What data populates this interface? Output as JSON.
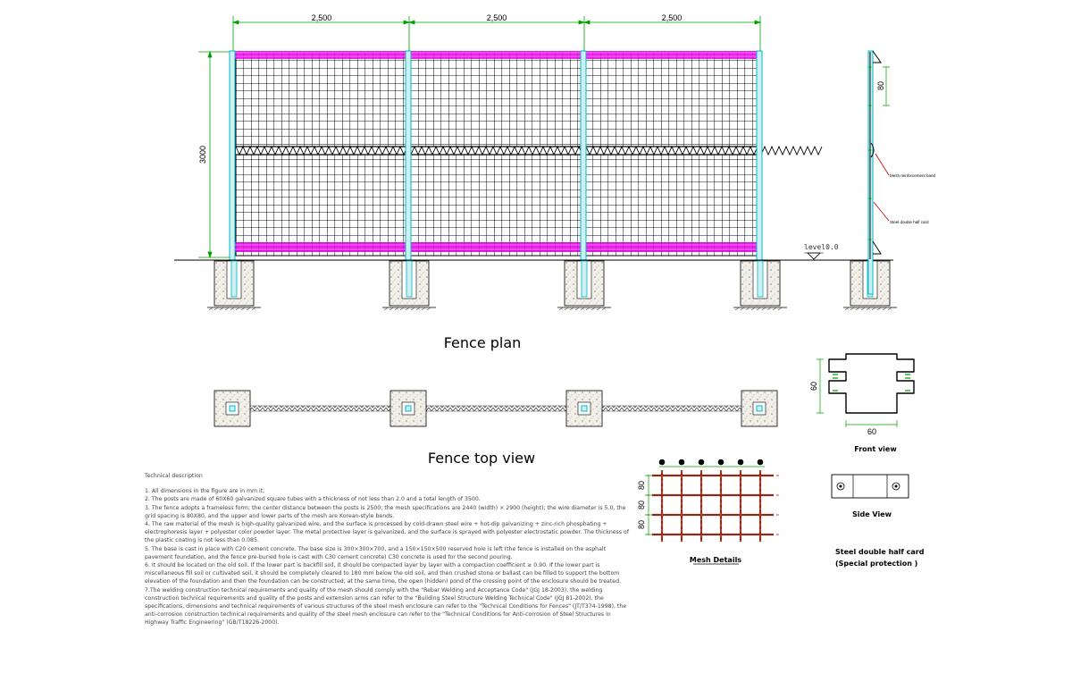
{
  "diagram": {
    "spacing_labels": [
      "2,500",
      "2,500",
      "2,500"
    ],
    "height_label": "3000",
    "side_dim_label": "80",
    "level_label": "level0.0",
    "mesh_band_label": "Mesh reinforcement band",
    "half_card_label": "Steel double half card",
    "fence_plan_caption": "Fence plan",
    "top_view_caption": "Fence top view",
    "front_dim_h": "60",
    "front_dim_w": "60",
    "front_view_caption": "Front view",
    "side_view_caption": "Side View",
    "card_title_1": "Steel double half card",
    "card_title_2": "(Special protection )",
    "mesh_dim_labels": [
      "80",
      "80",
      "80"
    ],
    "mesh_caption": "Mesh Details"
  },
  "technical": {
    "heading": "Technical description",
    "items": [
      "1. All dimensions in the figure are in mm it;",
      "2. The posts are made of 60X60 galvanized square tubes with a thickness of not less than 2.0 and a total length of 3500.",
      "3. The fence adopts a frameless form; the center distance between the posts is 2500; the mesh specifications are 2440 (width) × 2900 (height); the wire diameter is 5.0, the grid spacing is 80X80, and the upper and lower parts of the mesh are Korean-style bends.",
      "4. The raw material of the mesh is high-quality galvanized wire, and the surface is processed by cold-drawn steel wire + hot-dip galvanizing + zinc-rich phosphating + electrophoresis layer + polyester color powder layer. The metal protective layer is galvanized, and the surface is sprayed with polyester electrostatic powder. The thickness of the plastic coating is not less than 0.085.",
      "5. The base is cast in place with C20 cement concrete. The base size is 300×300×700, and a 150×150×500 reserved hole is left (the fence is installed on the asphalt pavement foundation, and the fence pre-buried hole is cast with C30 cement concrete) C30 concrete is used for the second pouring.",
      "6. It should be located on the old soil. If the lower part is backfill soil, it should be compacted layer by layer with a compaction coefficient ≥ 0.90. If the lower part is miscellaneous fill soil or cultivated soil, it should be completely cleared to 180 mm below the old soil, and then crushed stone or ballast can be filled to support the bottom elevation of the foundation and then the foundation can be constructed; at the same time, the open (hidden) pond of the crossing point of the enclosure should be treated.",
      "7.The welding construction technical requirements and quality of the mesh should comply with the \"Rebar Welding and Acceptance Code\" (JGJ 18-2003), the welding construction technical requirements and quality of the posts and extension arms can refer to the \"Building Steel Structure Welding Technical Code\" (JGJ 81-2002), the specifications, dimensions and technical requirements of various structures of the steel mesh enclosure can refer to the \"Technical Conditions for Fences\" (JT/T374-1998), the anti-corrosion construction technical requirements and quality of the steel mesh enclosure can refer to the \"Technical Conditions for Anti-corrosion of Steel Structures in Highway Traffic Engineering\" (GB/T18226-2000)."
    ]
  },
  "colors": {
    "line": "#000000",
    "dimension": "#00a000",
    "coating": "#e000e0",
    "post": "#00b8c8",
    "leader": "#d00000",
    "rebar": "#8b2a18"
  }
}
